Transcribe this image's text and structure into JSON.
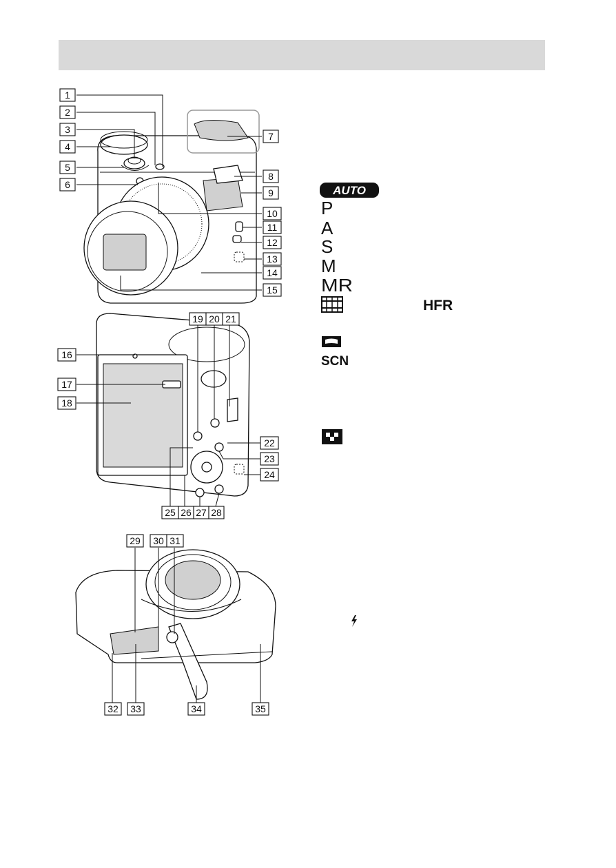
{
  "header": {
    "title": ""
  },
  "callouts": {
    "front": [
      "1",
      "2",
      "3",
      "4",
      "5",
      "6",
      "7",
      "8",
      "9",
      "10",
      "11",
      "12",
      "13",
      "14",
      "15"
    ],
    "back": [
      "16",
      "17",
      "18",
      "19",
      "20",
      "21",
      "22",
      "23",
      "24",
      "25",
      "26",
      "27",
      "28"
    ],
    "bottom": [
      "29",
      "30",
      "31",
      "32",
      "33",
      "34",
      "35"
    ]
  },
  "mode_icons": {
    "auto": "AUTO",
    "p": "P",
    "a": "A",
    "s": "S",
    "m": "M",
    "mr": "MR",
    "hfr": "HFR",
    "scn": "SCN"
  },
  "icons": {
    "movie_mode": "film-strip-icon",
    "panorama": "panorama-icon",
    "picture_effect": "checker-icon",
    "flash": "flash-icon"
  },
  "colors": {
    "header_bar": "#d9d9d9",
    "line": "#111111",
    "shade": "#d0d0d0"
  }
}
